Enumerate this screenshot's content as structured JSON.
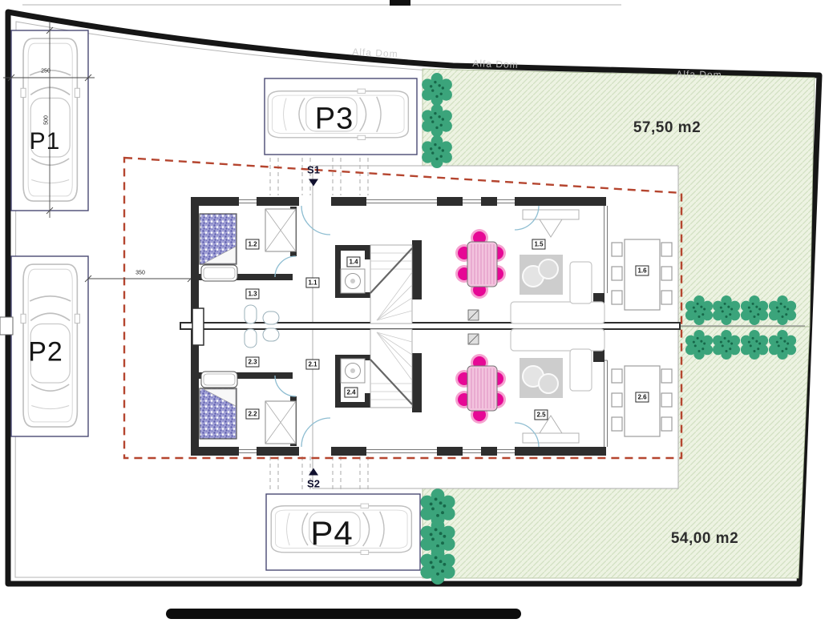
{
  "site": {
    "watermark": "Alfa Dom",
    "garden_top_area": "57,50 m2",
    "garden_bottom_area": "54,00 m2"
  },
  "parking": {
    "p1": "P1",
    "p2": "P2",
    "p3": "P3",
    "p4": "P4"
  },
  "markers": {
    "s1": "S1",
    "s2": "S2"
  },
  "dimensions": {
    "stall_width": "250",
    "stall_length": "500",
    "p2_to_house": "350"
  },
  "rooms": {
    "r11": "1.1",
    "r12": "1.2",
    "r13": "1.3",
    "r14": "1.4",
    "r15": "1.5",
    "r16": "1.6",
    "r21": "2.1",
    "r22": "2.2",
    "r23": "2.3",
    "r24": "2.4",
    "r25": "2.5",
    "r26": "2.6"
  },
  "colors": {
    "boundary": "#161616",
    "garden_fill": "#edf3e2",
    "garden_hatch": "#d2e0c2",
    "tree_green": "#3ba47b",
    "parcel_dashed_red": "#b5452f",
    "wall_dark": "#2e2e2e",
    "door_blue": "#8fbed2",
    "bath_tile_blue": "#9c9cd4",
    "dining_pink": "#e60895",
    "parking_border": "#494973"
  }
}
